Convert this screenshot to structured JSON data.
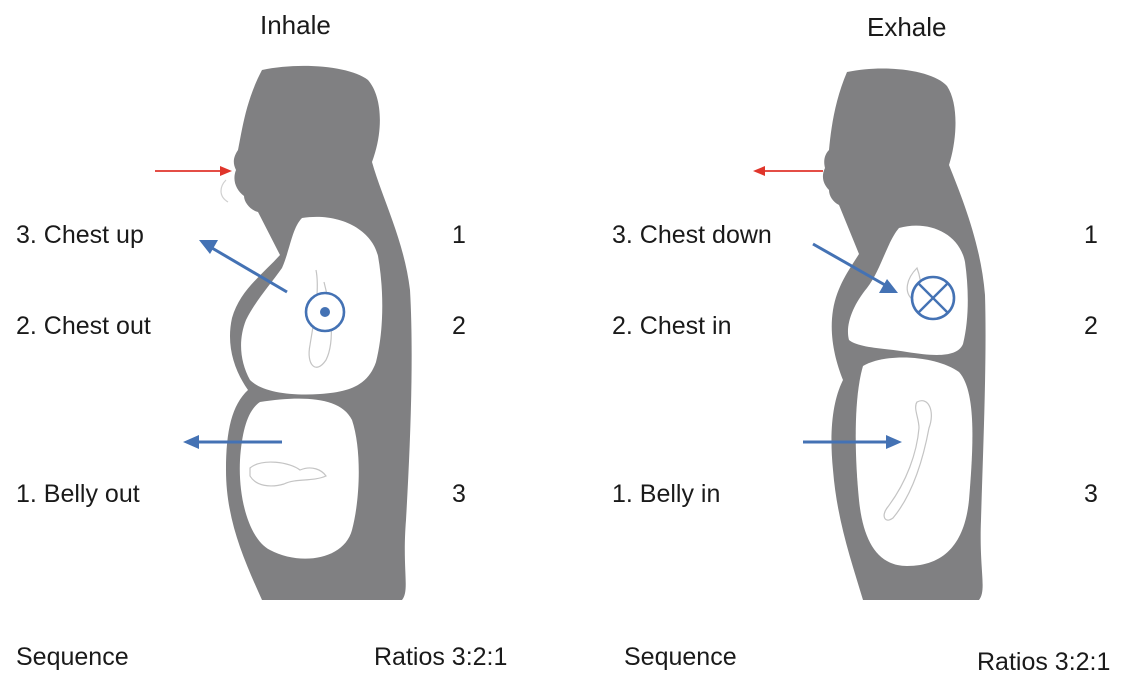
{
  "inhale": {
    "title": "Inhale",
    "steps": [
      "3. Chest up",
      "2. Chest out",
      "1. Belly out"
    ],
    "numbers": [
      "1",
      "2",
      "3"
    ],
    "sequence_label": "Sequence",
    "ratio_label": "Ratios 3:2:1"
  },
  "exhale": {
    "title": "Exhale",
    "steps": [
      "3. Chest down",
      "2. Chest in",
      "1. Belly in"
    ],
    "numbers": [
      "1",
      "2",
      "3"
    ],
    "sequence_label": "Sequence",
    "ratio_label": "Ratios 3:2:1"
  },
  "colors": {
    "body": "#808082",
    "arrow_blue": "#4472b4",
    "arrow_red": "#e0352b",
    "outline": "#b4b4b4"
  },
  "icons": {
    "inhale_chest": "dot-in-circle-icon",
    "exhale_chest": "x-in-circle-icon"
  }
}
